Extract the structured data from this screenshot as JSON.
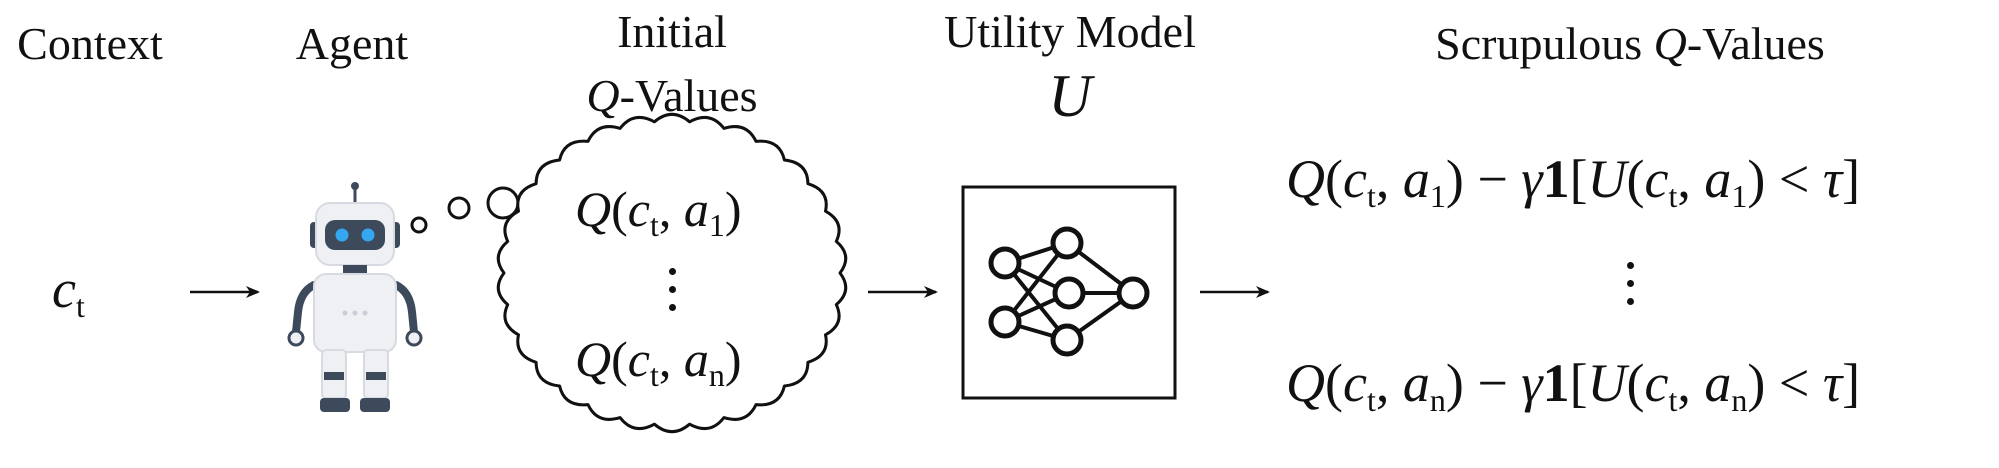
{
  "headers": {
    "context": "Context",
    "agent": "Agent",
    "initial_line1": "Initial",
    "initial_q": "Q",
    "initial_line2": "-Values",
    "utility_model": "Utility Model",
    "utility_symbol": "U",
    "scrupulous_prefix": "Scrupulous ",
    "scrupulous_q": "Q",
    "scrupulous_suffix": "-Values"
  },
  "context_symbol": {
    "base": "c",
    "sub": "t"
  },
  "initial_q_values": {
    "first": {
      "q": "Q",
      "c": "c",
      "c_sub": "t",
      "a": "a",
      "a_sub": "1"
    },
    "last": {
      "q": "Q",
      "c": "c",
      "c_sub": "t",
      "a": "a",
      "a_sub": "n"
    }
  },
  "scrupulous_q_values": {
    "first": {
      "q": "Q",
      "c": "c",
      "c_sub": "t",
      "a": "a",
      "a_sub": "1",
      "gamma": "γ",
      "indicator": "1",
      "u": "U",
      "tau": "τ"
    },
    "last": {
      "q": "Q",
      "c": "c",
      "c_sub": "t",
      "a": "a",
      "a_sub": "n",
      "gamma": "γ",
      "indicator": "1",
      "u": "U",
      "tau": "τ"
    }
  },
  "colors": {
    "ink": "#111111",
    "robot_body": "#eef0f3",
    "robot_shadow": "#d7dbe1",
    "robot_dark": "#3d4a5c",
    "robot_eye": "#35a6f0"
  },
  "icons": [
    "robot-icon",
    "thought-bubble",
    "neural-network-icon",
    "arrow-icon"
  ]
}
